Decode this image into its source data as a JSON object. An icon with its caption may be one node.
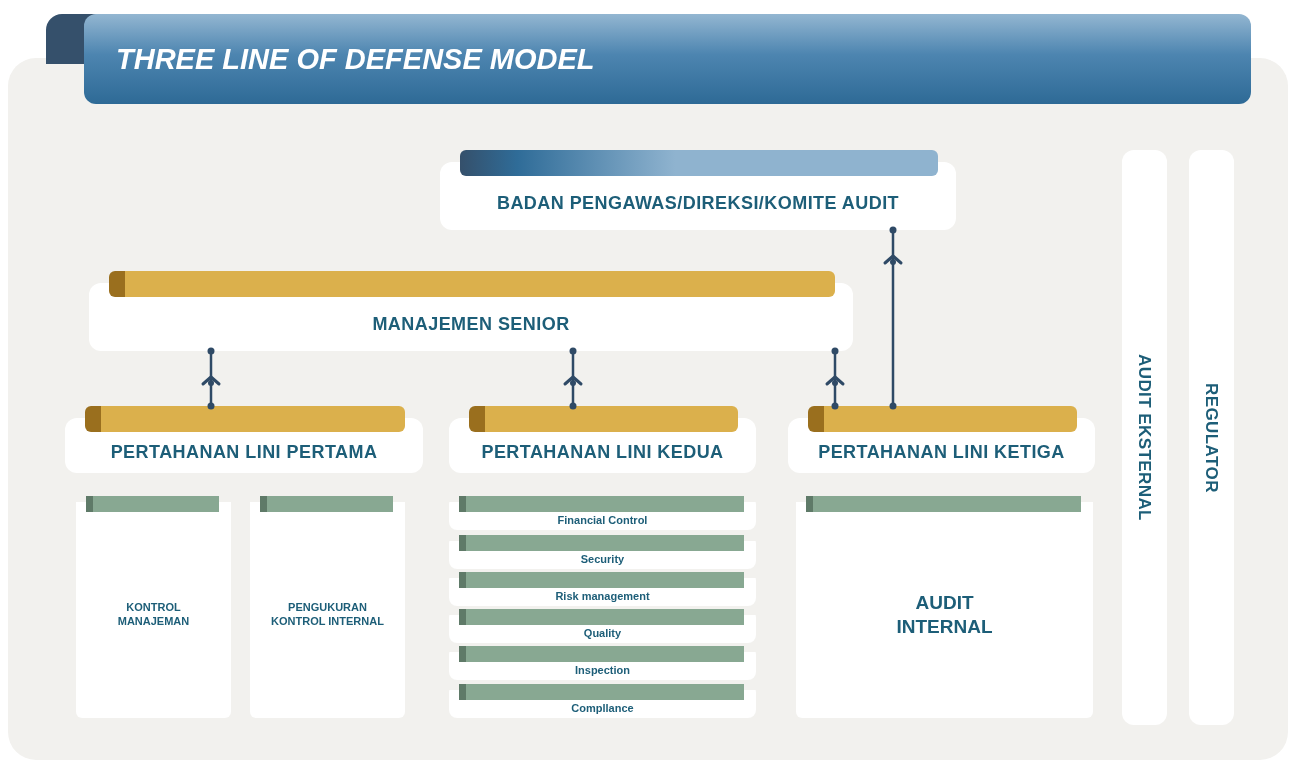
{
  "diagram": {
    "title": "THREE LINE OF DEFENSE MODEL",
    "nodes": [
      {
        "text": [
          "BADAN PENGAWAS/DIREKSI/KOMITE AUDIT"
        ]
      },
      {
        "text": [
          "MANAJEMEN SENIOR"
        ]
      },
      {
        "text": [
          "PERTAHANAN LINI PERTAMA"
        ]
      },
      {
        "text": [
          "PERTAHANAN LINI KEDUA"
        ]
      },
      {
        "text": [
          "PERTAHANAN LINI KETIGA"
        ]
      },
      {
        "text": [
          "KONTROL MANAJEMAN"
        ]
      },
      {
        "text": [
          "PENGUKURAN KONTROL INTERNAL"
        ]
      },
      {
        "text": [
          "Financial Control"
        ]
      },
      {
        "text": [
          "Security"
        ]
      },
      {
        "text": [
          "Risk management"
        ]
      },
      {
        "text": [
          "Quality"
        ]
      },
      {
        "text": [
          "Inspection"
        ]
      },
      {
        "text": [
          "Compllance"
        ]
      },
      {
        "text": [
          "AUDIT INTERNAL"
        ]
      },
      {
        "text": [
          "AUDIT EKSTERNAL"
        ]
      },
      {
        "text": [
          "REGULATOR"
        ]
      }
    ],
    "edges": [
      {
        "from": 2,
        "to": 1,
        "arrow": "to"
      },
      {
        "from": 3,
        "to": 1,
        "arrow": "to"
      },
      {
        "from": 4,
        "to": 1,
        "arrow": "to"
      },
      {
        "from": 4,
        "to": 0,
        "arrow": "to"
      }
    ]
  }
}
